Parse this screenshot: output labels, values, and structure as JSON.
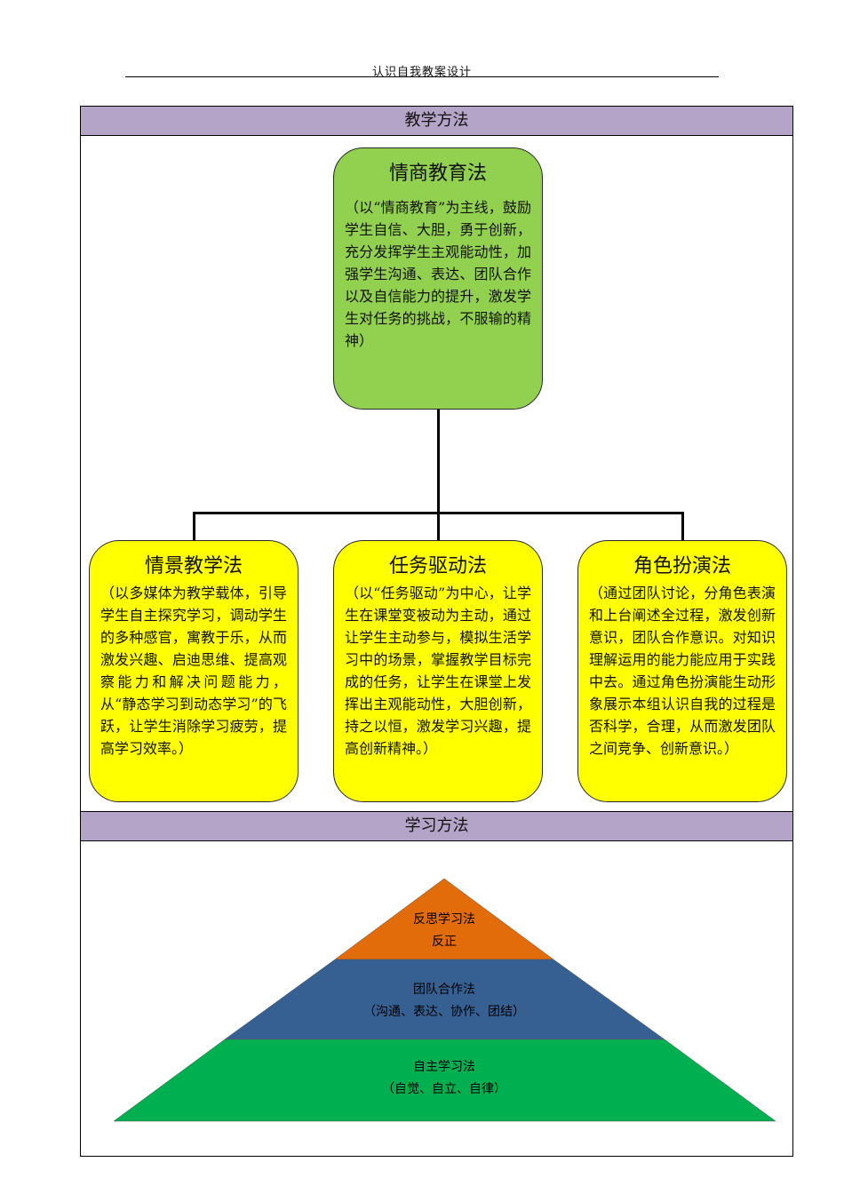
{
  "header": {
    "title": "认识自我教案设计"
  },
  "teaching_section": {
    "heading": "教学方法",
    "main_box": {
      "title": "情商教育法",
      "body": "（以“情商教育”为主线，鼓励学生自信、大胆，勇于创新，充分发挥学生主观能动性，加强学生沟通、表达、团队合作以及自信能力的提升，激发学生对任务的挑战，不服输的精神）"
    },
    "sub_boxes": [
      {
        "title": "情景教学法",
        "body": "（以多媒体为教学载体，引导学生自主探究学习，调动学生的多种感官，寓教于乐，从而激发兴趣、启迪思维、提高观察能力和解决问题能力，从“静态学习到动态学习”的飞跃，让学生消除学习疲劳，提高学习效率。）"
      },
      {
        "title": "任务驱动法",
        "body": "（以“任务驱动”为中心，让学生在课堂变被动为主动，通过让学生主动参与，模拟生活学习中的场景，掌握教学目标完成的任务，让学生在课堂上发挥出主观能动性，大胆创新，持之以恒，激发学习兴趣，提高创新精神。）"
      },
      {
        "title": "角色扮演法",
        "body": "（通过团队讨论，分角色表演和上台阐述全过程，激发创新意识，团队合作意识。对知识理解运用的能力能应用于实践中去。通过角色扮演能生动形象展示本组认识自我的过程是否科学，合理，从而激发团队之间竞争、创新意识。）"
      }
    ]
  },
  "learning_section": {
    "heading": "学习方法",
    "pyramid": [
      {
        "title": "反思学习法",
        "subtitle": "反正",
        "color": "#e36c0a"
      },
      {
        "title": "团队合作法",
        "subtitle": "（沟通、表达、协作、团结）",
        "color": "#366092"
      },
      {
        "title": "自主学习法",
        "subtitle": "（自觉、自立、自律）",
        "color": "#00b050"
      }
    ]
  },
  "colors": {
    "section_bar": "#b4a5c8",
    "main_box": "#92d050",
    "sub_box": "#ffff00"
  }
}
